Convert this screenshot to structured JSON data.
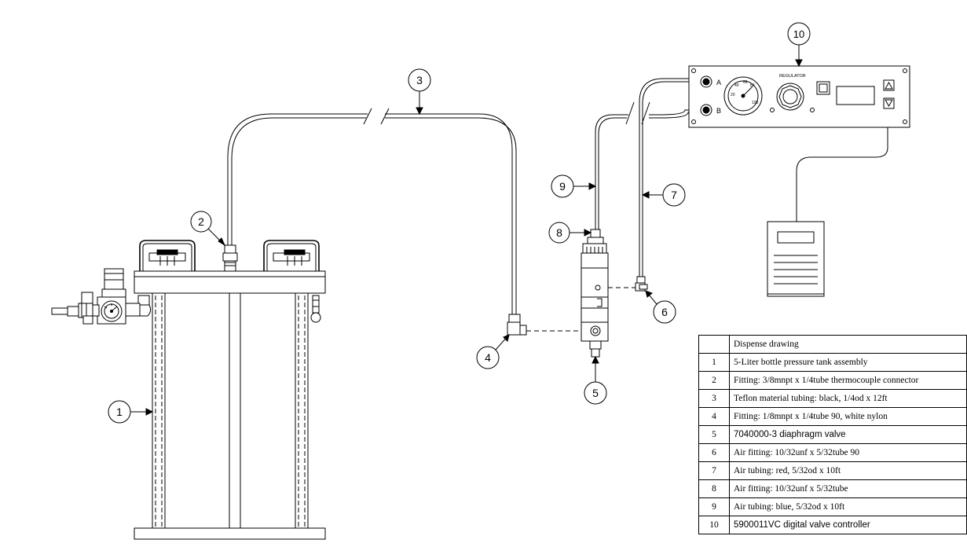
{
  "callouts": [
    {
      "number": "1",
      "text": "5-Liter bottle pressure tank assembly"
    },
    {
      "number": "2",
      "text": "Fitting: 3/8mnpt x 1/4tube thermocouple connector"
    },
    {
      "number": "3",
      "text": "Teflon material tubing: black, 1/4od x 12ft"
    },
    {
      "number": "4",
      "text": "Fitting: 1/8mnpt x 1/4tube 90, white nylon"
    },
    {
      "number": "5",
      "text": "7040000-3  diaphragm valve"
    },
    {
      "number": "6",
      "text": "Air fitting: 10/32unf x 5/32tube 90"
    },
    {
      "number": "7",
      "text": "Air tubing: red, 5/32od x 10ft"
    },
    {
      "number": "8",
      "text": "Air fitting: 10/32unf x 5/32tube"
    },
    {
      "number": "9",
      "text": "Air tubing: blue, 5/32od x 10ft"
    },
    {
      "number": "10",
      "text": "5900011VC  digital valve controller"
    }
  ],
  "table": {
    "title": "Dispense drawing"
  },
  "controller": {
    "regulator_label": "REGULATOR",
    "port_a": "A",
    "port_b": "B",
    "dial_numbers": [
      "20",
      "40",
      "60",
      "80",
      "100"
    ]
  },
  "icon_names": [
    "pressure-gauge-icon",
    "regulator-knob-icon",
    "arrow-up-icon",
    "arrow-down-icon",
    "air-port-icon"
  ]
}
